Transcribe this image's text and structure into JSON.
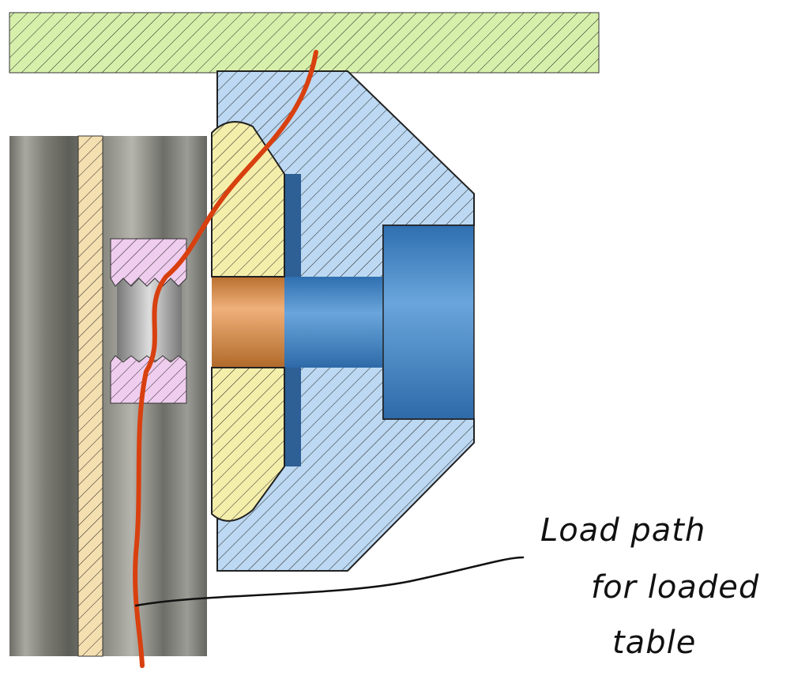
{
  "annotation": {
    "line1": "Load path",
    "line2": "for loaded",
    "line3": "table"
  },
  "colors": {
    "table_plate": "#d6f0ab",
    "bracket": "#bcd8f2",
    "washer": "#f4eeab",
    "nut": "#efcdee",
    "strip": "#f4dfb0",
    "load_path": "#d8400f",
    "bolt_copper": "#d68a48",
    "bolt_blue": "#4a8ccc"
  }
}
